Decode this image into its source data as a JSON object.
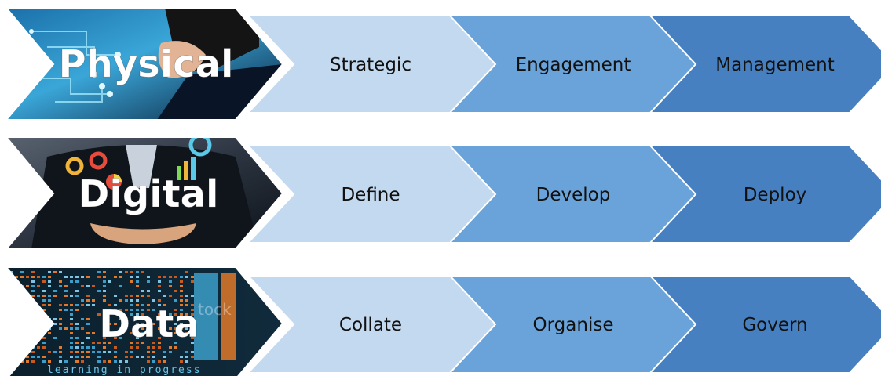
{
  "rows": [
    {
      "label": "Physical",
      "image": "handshake-circuit-image",
      "steps": [
        "Strategic",
        "Engagement",
        "Management"
      ]
    },
    {
      "label": "Digital",
      "image": "businessman-icons-image",
      "steps": [
        "Define",
        "Develop",
        "Deploy"
      ]
    },
    {
      "label": "Data",
      "image": "data-matrix-image",
      "steps": [
        "Collate",
        "Organise",
        "Govern"
      ],
      "image_text": {
        "watermark": "tock",
        "caption": "learning in progress"
      }
    }
  ],
  "colors": {
    "step1": "#c3d9ef",
    "step2": "#6aa3d9",
    "step3": "#4780c1",
    "stroke": "#ffffff"
  }
}
